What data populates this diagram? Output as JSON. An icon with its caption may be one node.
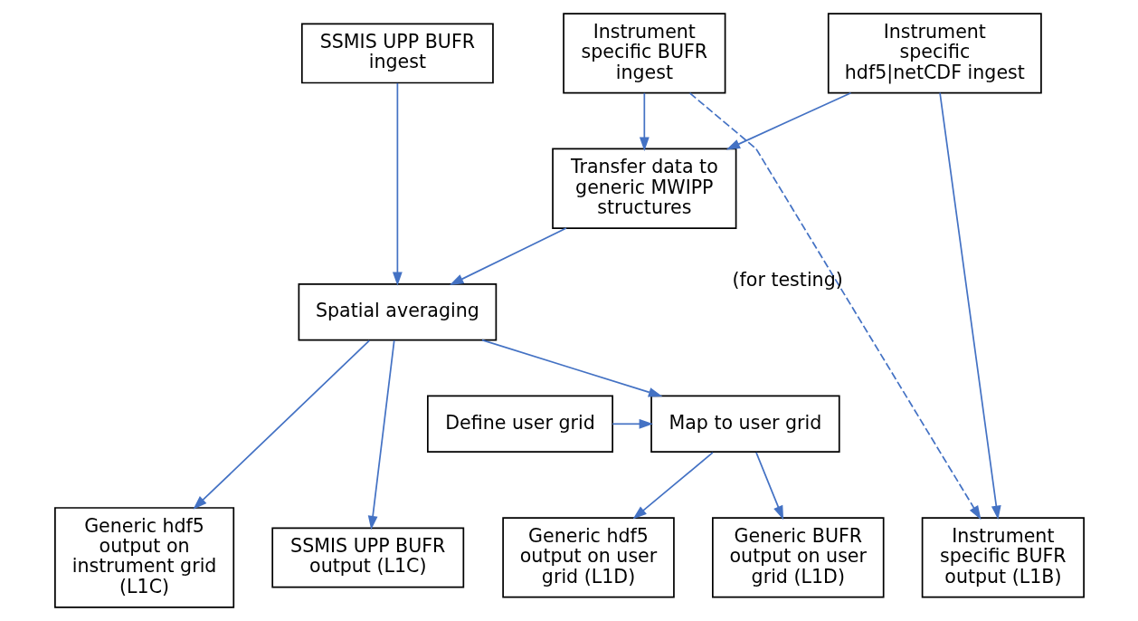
{
  "diagram": {
    "nodes": [
      {
        "text": [
          "SSMIS UPP BUFR ingest"
        ]
      },
      {
        "text": [
          "Instrument specific BUFR ingest"
        ]
      },
      {
        "text": [
          "Instrument specific hdf5|netCDF ingest"
        ]
      },
      {
        "text": [
          "Transfer data to generic MWIPP structures"
        ]
      },
      {
        "text": [
          "Spatial averaging"
        ]
      },
      {
        "text": [
          "Define user grid"
        ]
      },
      {
        "text": [
          "Map to user grid"
        ]
      },
      {
        "text": [
          "Generic BUFR output on user grid (L1D)"
        ]
      },
      {
        "text": [
          "Generic hdf5 output on user grid (L1D)"
        ]
      },
      {
        "text": [
          "Generic hdf5 output on instrument grid (L1C)"
        ]
      },
      {
        "text": [
          "SSMIS UPP BUFR output (L1C)"
        ]
      },
      {
        "text": [
          "Instrument specific BUFR output (L1B)"
        ]
      }
    ],
    "edges": [
      {
        "from": 1,
        "to": 3,
        "arrow": "to"
      },
      {
        "from": 2,
        "to": 3,
        "arrow": "to"
      },
      {
        "from": 0,
        "to": 4,
        "arrow": "to"
      },
      {
        "from": 3,
        "to": 4,
        "arrow": "to"
      },
      {
        "from": 4,
        "to": 6,
        "arrow": "to"
      },
      {
        "from": 4,
        "to": 9,
        "arrow": "to"
      },
      {
        "from": 4,
        "to": 10,
        "arrow": "to"
      },
      {
        "from": 5,
        "to": 6,
        "arrow": "to"
      },
      {
        "from": 6,
        "to": 7,
        "arrow": "to"
      },
      {
        "from": 6,
        "to": 8,
        "arrow": "to"
      },
      {
        "from": 2,
        "to": 11,
        "arrow": "to"
      },
      {
        "from": 1,
        "to": 11,
        "arrow": "to",
        "style": "dashed",
        "label": "(for testing)"
      }
    ]
  }
}
